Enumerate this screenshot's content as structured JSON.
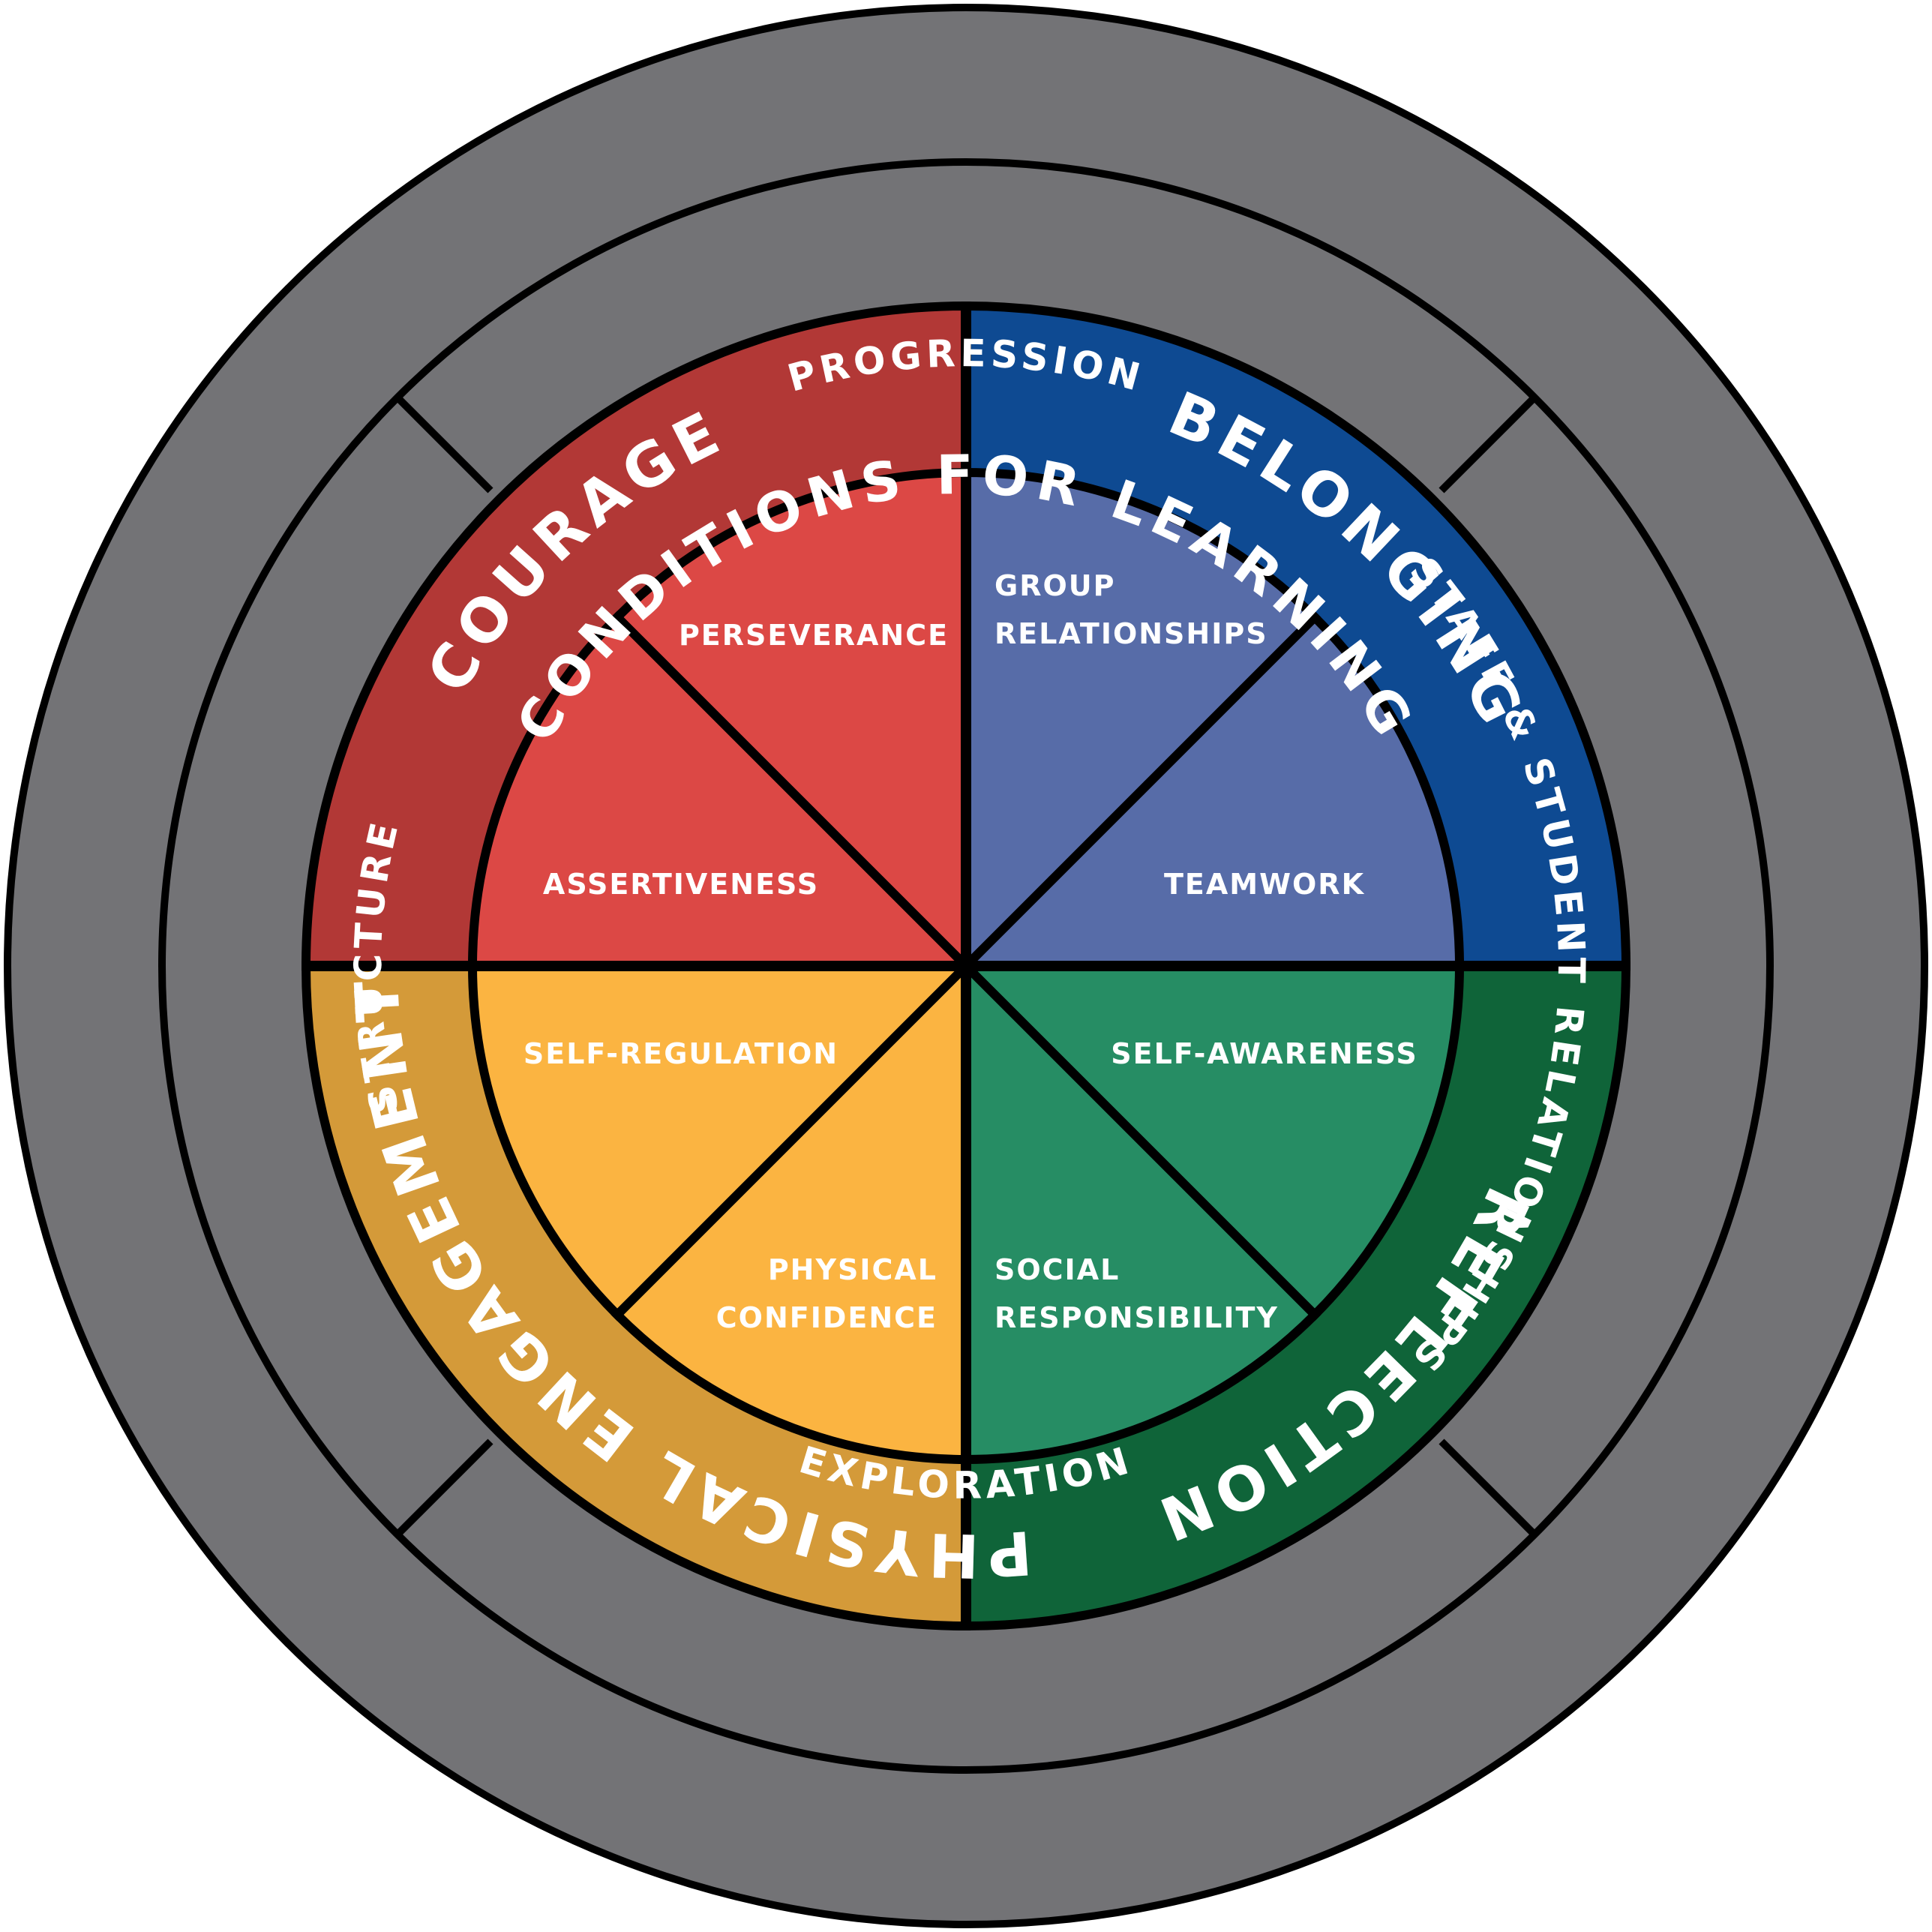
{
  "title": "CONDITIONS FOR LEARNING",
  "conditions": {
    "top": "PROGRESSION",
    "right": "STAFF & STUDENT RELATIONSHIPS",
    "bottom": "EXPLORATION",
    "left": "STRUCTURE"
  },
  "domains": {
    "courage": "COURAGE",
    "belonging": "BELONGING",
    "reflection": "REFLECTION",
    "engagement": "PHYSICAL ENGAGEMENT"
  },
  "segments": {
    "perseverance": "PERSEVERANCE",
    "assertiveness": "ASSERTIVENESS",
    "group_relationships": [
      "GROUP",
      "RELATIONSHIPS"
    ],
    "teamwork": "TEAMWORK",
    "self_regulation": "SELF-REGULATION",
    "physical_confidence": [
      "PHYSICAL",
      "CONFIDENCE"
    ],
    "self_awareness": "SELF-AWARENESS",
    "social_responsibility": [
      "SOCIAL",
      "RESPONSIBILITY"
    ]
  },
  "colors": {
    "outer_ring": "#737376",
    "outline": "#000000",
    "courage_outer": "#B23836",
    "courage_inner": "#DC4845",
    "belonging_outer": "#0E4A92",
    "belonging_inner": "#576CA8",
    "reflection_outer": "#0F6439",
    "reflection_inner": "#268D64",
    "engagement_outer": "#D49A39",
    "engagement_inner": "#FBB441",
    "text": "#FFFFFF"
  }
}
